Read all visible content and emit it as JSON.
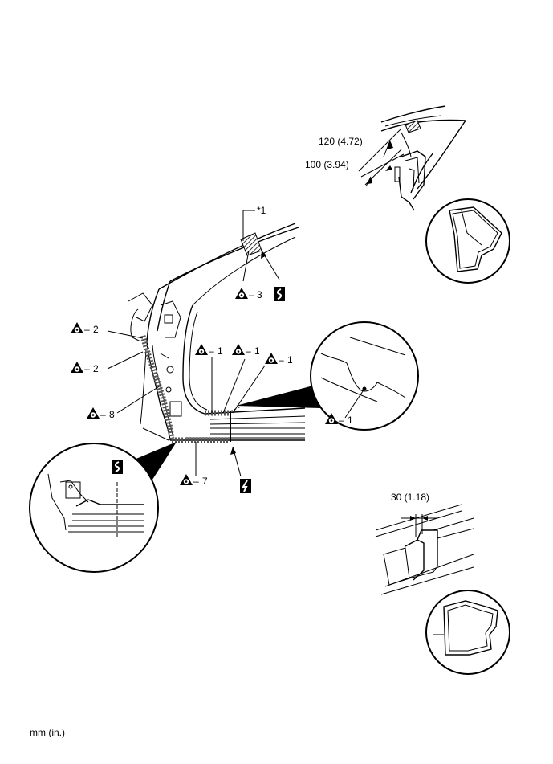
{
  "dimensions": {
    "roof_upper": "120 (4.72)",
    "roof_lower": "100 (3.94)",
    "rocker": "30 (1.18)"
  },
  "callouts": {
    "ref_1": "*1",
    "weld_3": "3",
    "weld_2": "2",
    "weld_8": "8",
    "weld_7": "7",
    "weld_1": "1",
    "dash": "–"
  },
  "units_note": "mm (in.)",
  "icons": {
    "weld_point": "spot-weld-symbol-icon",
    "cut_saw": "saw-cut-symbol-icon",
    "cut_torch": "torch-cut-symbol-icon"
  }
}
